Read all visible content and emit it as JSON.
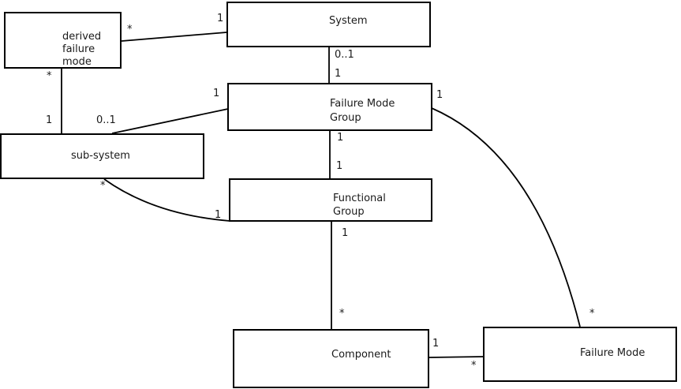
{
  "diagram": {
    "type": "uml-class-diagram",
    "background_color": "#ffffff",
    "line_color": "#000000",
    "text_color": "#1a1a1a"
  },
  "nodes": {
    "derived_failure_mode": {
      "label": "derived\nfailure\nmode"
    },
    "system": {
      "label": "System"
    },
    "failure_mode_group": {
      "label": "Failure Mode\nGroup"
    },
    "sub_system": {
      "label": "sub-system"
    },
    "functional_group": {
      "label": "Functional\nGroup"
    },
    "component": {
      "label": "Component"
    },
    "failure_mode": {
      "label": "Failure Mode"
    }
  },
  "edges": [
    {
      "from": "derived failure mode",
      "to": "System",
      "from_card": "*",
      "to_card": "1"
    },
    {
      "from": "derived failure mode",
      "to": "sub-system",
      "from_card": "*",
      "to_card": "1"
    },
    {
      "from": "System",
      "to": "Failure Mode Group",
      "from_card": "0..1",
      "to_card": "1"
    },
    {
      "from": "sub-system",
      "to": "Failure Mode Group",
      "from_card": "0..1",
      "to_card": "1"
    },
    {
      "from": "Failure Mode Group",
      "to": "Functional Group",
      "from_card": "1",
      "to_card": "1"
    },
    {
      "from": "sub-system",
      "to": "Functional Group",
      "from_card": "*",
      "to_card": "1"
    },
    {
      "from": "Functional Group",
      "to": "Component",
      "from_card": "1",
      "to_card": "*"
    },
    {
      "from": "Component",
      "to": "Failure Mode",
      "from_card": "1",
      "to_card": "*"
    },
    {
      "from": "Failure Mode Group",
      "to": "Failure Mode",
      "from_card": "1",
      "to_card": "*"
    }
  ]
}
